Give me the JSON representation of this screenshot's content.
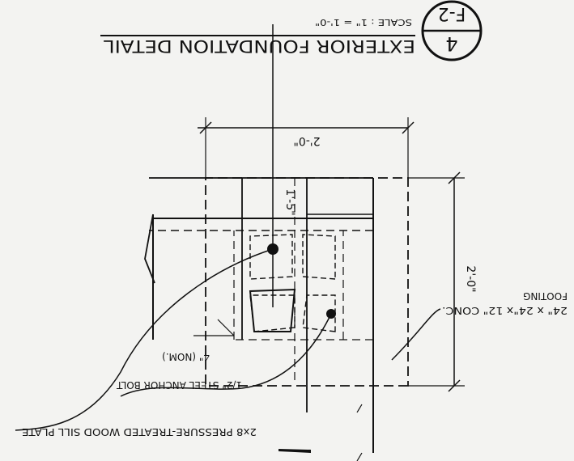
{
  "title_block": {
    "detail_number": "4",
    "sheet_ref": "F-2",
    "title": "EXTERIOR FOUNDATION DETAIL",
    "scale": "SCALE : 1\" = 1'-0\""
  },
  "dimensions": {
    "footing_width": "2'-0\"",
    "footing_depth": "2'-0\"",
    "frost_depth": "1'-5\"",
    "embed": "4\" (NOM.)"
  },
  "callouts": {
    "footing": [
      "24\" x 24\"x 12\" CONC.",
      "FOOTING"
    ],
    "anchor_bolt": "1/2\" STEEL ANCHOR BOLT",
    "sill_plate": "2x8 PRESSURE-TREATED WOOD SILL PLATE"
  }
}
